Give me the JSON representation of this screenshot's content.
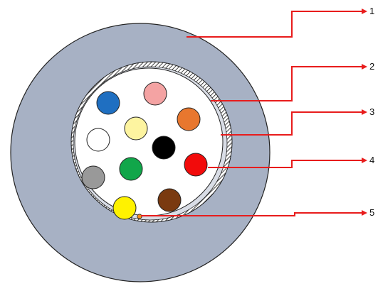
{
  "colors": {
    "outer_sheath": "#a7b1c4",
    "leader_line": "#e81c1c",
    "outline": "#222222",
    "inner_core": "#ffffff",
    "drain_wire": "#f28c1e"
  },
  "fibers": [
    {
      "name": "blue",
      "color": "#1f6fc1"
    },
    {
      "name": "pink",
      "color": "#f4a3a3"
    },
    {
      "name": "orange",
      "color": "#e8772e"
    },
    {
      "name": "white",
      "color": "#ffffff"
    },
    {
      "name": "yellow-light",
      "color": "#fdf4a0"
    },
    {
      "name": "black",
      "color": "#000000"
    },
    {
      "name": "red",
      "color": "#f20b0b"
    },
    {
      "name": "gray",
      "color": "#999999"
    },
    {
      "name": "green",
      "color": "#11a64a"
    },
    {
      "name": "brown",
      "color": "#7a3a10"
    },
    {
      "name": "yellow",
      "color": "#fff200"
    }
  ],
  "callouts": [
    {
      "label": "1"
    },
    {
      "label": "2"
    },
    {
      "label": "3"
    },
    {
      "label": "4"
    },
    {
      "label": "5"
    }
  ]
}
